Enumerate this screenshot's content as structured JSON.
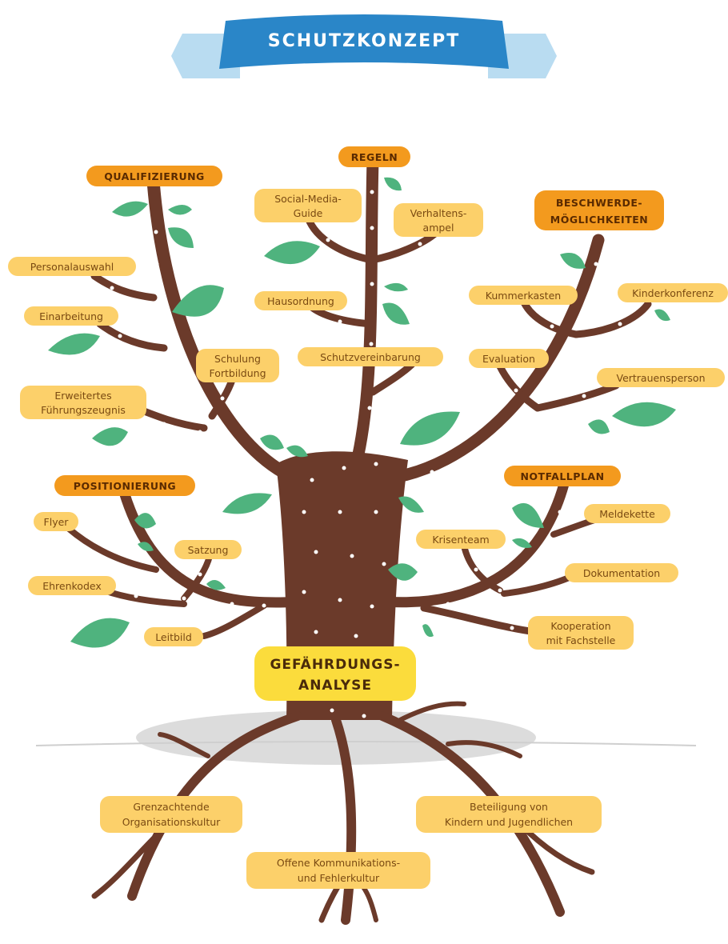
{
  "title": "SCHUTZKONZEPT",
  "core": {
    "line1": "GEFÄHRDUNGS-",
    "line2": "ANALYSE"
  },
  "categories": {
    "qualifizierung": "QUALIFIZIERUNG",
    "regeln": "REGELN",
    "beschwerde_line1": "BESCHWERDE-",
    "beschwerde_line2": "MÖGLICHKEITEN",
    "positionierung": "POSITIONIERUNG",
    "notfallplan": "NOTFALLPLAN"
  },
  "items": {
    "personalauswahl": "Personalauswahl",
    "einarbeitung": "Einarbeitung",
    "schulung_line1": "Schulung",
    "schulung_line2": "Fortbildung",
    "fuehrung_line1": "Erweitertes",
    "fuehrung_line2": "Führungszeugnis",
    "social_line1": "Social-Media-",
    "social_line2": "Guide",
    "verhalten_line1": "Verhaltens-",
    "verhalten_line2": "ampel",
    "hausordnung": "Hausordnung",
    "schutzvereinbarung": "Schutzvereinbarung",
    "kummerkasten": "Kummerkasten",
    "kinderkonferenz": "Kinderkonferenz",
    "evaluation": "Evaluation",
    "vertrauensperson": "Vertrauensperson",
    "flyer": "Flyer",
    "satzung": "Satzung",
    "ehrenkodex": "Ehrenkodex",
    "leitbild": "Leitbild",
    "krisenteam": "Krisenteam",
    "meldekette": "Meldekette",
    "dokumentation": "Dokumentation",
    "kooperation_line1": "Kooperation",
    "kooperation_line2": "mit Fachstelle"
  },
  "roots": {
    "grenz_line1": "Grenzachtende",
    "grenz_line2": "Organisationskultur",
    "offen_line1": "Offene Kommunikations-",
    "offen_line2": "und Fehlerkultur",
    "beteil_line1": "Beteiligung von",
    "beteil_line2": "Kindern und Jugendlichen"
  },
  "colors": {
    "trunk": "#6b3a2a",
    "leaf": "#4fb37e",
    "label_bg": "#fcd06a",
    "category_bg": "#f39a1e",
    "core_bg": "#fbdc3c",
    "ribbon": "#2a86c8",
    "ribbon_tail": "#b9dcf1"
  }
}
